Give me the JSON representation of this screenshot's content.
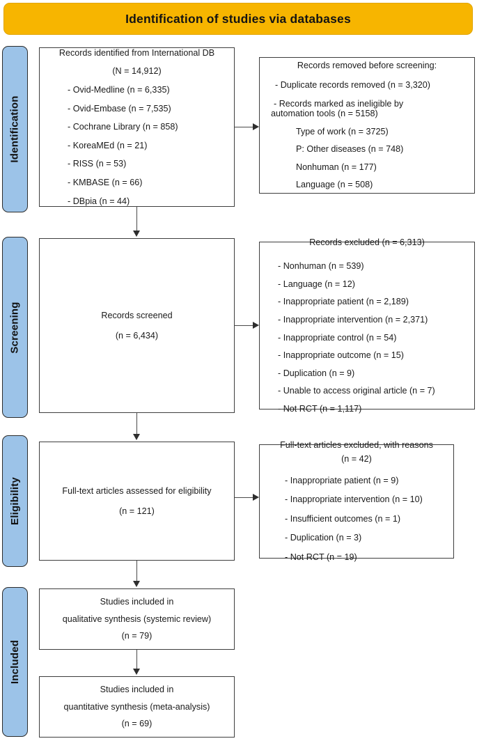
{
  "header": {
    "title": "Identification of studies via databases",
    "background_color": "#F7B500"
  },
  "phases": [
    {
      "label": "Identification"
    },
    {
      "label": "Screening"
    },
    {
      "label": "Eligibility"
    },
    {
      "label": "Included"
    }
  ],
  "phase_color": "#9CC3E8",
  "boxes": {
    "identified": {
      "title": "Records identified from International DB",
      "count": "(N = 14,912)",
      "sources": [
        "- Ovid-Medline (n = 6,335)",
        "- Ovid-Embase (n = 7,535)",
        "- Cochrane Library (n = 858)",
        "- KoreaMEd (n = 21)",
        "-  RISS (n = 53)",
        "-  KMBASE (n = 66)",
        "-  DBpia (n = 44)"
      ]
    },
    "removed_before_screening": {
      "title": "Records removed before screening:",
      "duplicates": "-  Duplicate records removed (n = 3,320)",
      "automation_line1": "- Records marked as ineligible by",
      "automation_line2": "automation tools   (n = 5158)",
      "automation_reasons": [
        "Type of work (n = 3725)",
        "P: Other diseases (n = 748)",
        "Nonhuman  (n = 177)",
        "Language (n = 508)"
      ]
    },
    "screened": {
      "title": "Records screened",
      "count": "(n = 6,434)"
    },
    "records_excluded": {
      "title": "Records excluded  (n = 6,313)",
      "reasons": [
        "- Nonhuman (n = 539)",
        "- Language (n = 12)",
        "- Inappropriate patient (n = 2,189)",
        "- Inappropriate intervention (n = 2,371)",
        "- Inappropriate control (n = 54)",
        "- Inappropriate outcome (n = 15)",
        "- Duplication (n = 9)",
        "- Unable to access original article (n = 7)",
        "- Not RCT (n = 1,117)"
      ]
    },
    "fulltext_assessed": {
      "title": "Full-text articles assessed for eligibility",
      "count": "(n = 121)"
    },
    "fulltext_excluded": {
      "title": "Full-text articles excluded, with reasons",
      "count": "(n = 42)",
      "reasons": [
        "-  Inappropriate patient (n = 9)",
        "-  Inappropriate intervention (n = 10)",
        "-  Insufficient outcomes (n = 1)",
        "-  Duplication (n = 3)",
        "-  Not RCT (n = 19)"
      ]
    },
    "qualitative": {
      "line1": "Studies included in",
      "line2": "qualitative synthesis (systemic review)",
      "count": "(n = 79)"
    },
    "quantitative": {
      "line1": "Studies included in",
      "line2": "quantitative synthesis (meta-analysis)",
      "count": "(n = 69)"
    }
  }
}
